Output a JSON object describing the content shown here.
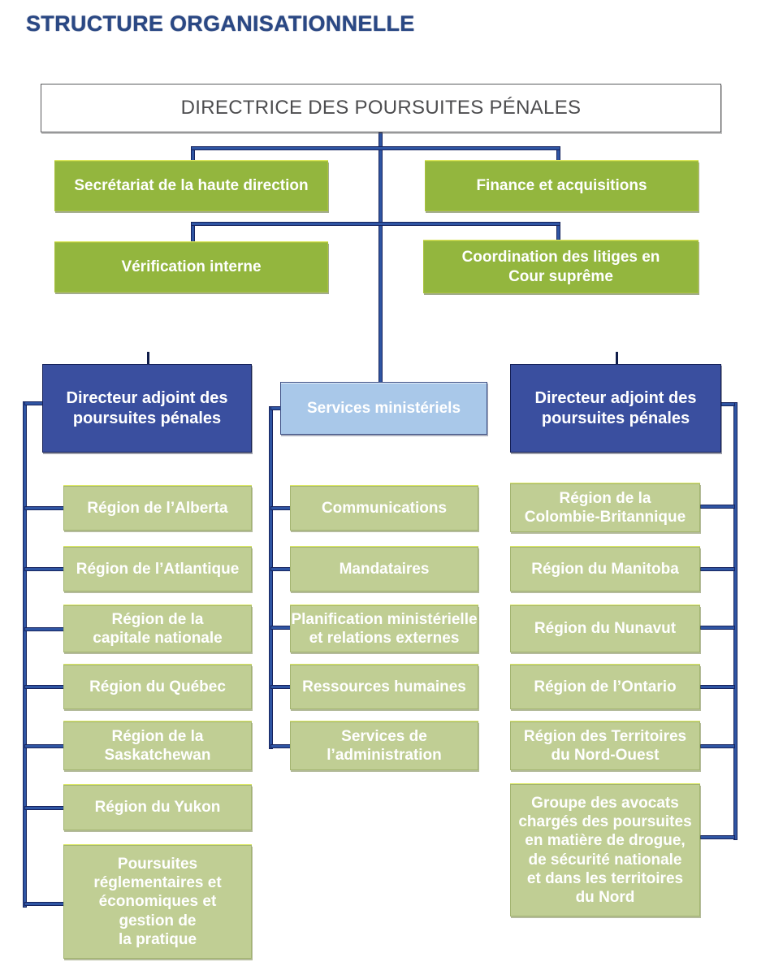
{
  "page": {
    "title": "STRUCTURE ORGANISATIONNELLE"
  },
  "chart": {
    "root": "DIRECTRICE DES POURSUITES PÉNALES",
    "level2": {
      "secretariat": "Secrétariat de la haute direction",
      "finance": "Finance et acquisitions",
      "verification": "Vérification interne",
      "coordination": "Coordination des litiges en\nCour suprême"
    },
    "branches": {
      "left_head": "Directeur adjoint des\npoursuites pénales",
      "center_head": "Services ministériels",
      "right_head": "Directeur adjoint des\npoursuites pénales"
    },
    "left": [
      "Région de l’Alberta",
      "Région de l’Atlantique",
      "Région de la\ncapitale nationale",
      "Région du Québec",
      "Région de la\nSaskatchewan",
      "Région du Yukon",
      "Poursuites\nréglementaires et\néconomiques et\ngestion de\nla pratique"
    ],
    "center": [
      "Communications",
      "Mandataires",
      "Planification ministérielle\net relations externes",
      "Ressources humaines",
      "Services de\nl’administration"
    ],
    "right": [
      "Région de la\nColombie-Britannique",
      "Région du Manitoba",
      "Région du Nunavut",
      "Région de l’Ontario",
      "Région des Territoires\ndu Nord-Ouest",
      "Groupe des avocats\nchargés des poursuites\nen matière de drogue,\nde sécurité nationale\net dans les territoires\ndu Nord"
    ]
  },
  "colors": {
    "title_blue": "#2a4884",
    "green": "#93b63e",
    "sage_green": "#c0ce94",
    "royal_blue": "#3a4f9f",
    "light_blue": "#a9c8e9",
    "connector_fill": "#2f55a3",
    "connector_border": "#17245e",
    "root_text": "#4d4d4f"
  }
}
